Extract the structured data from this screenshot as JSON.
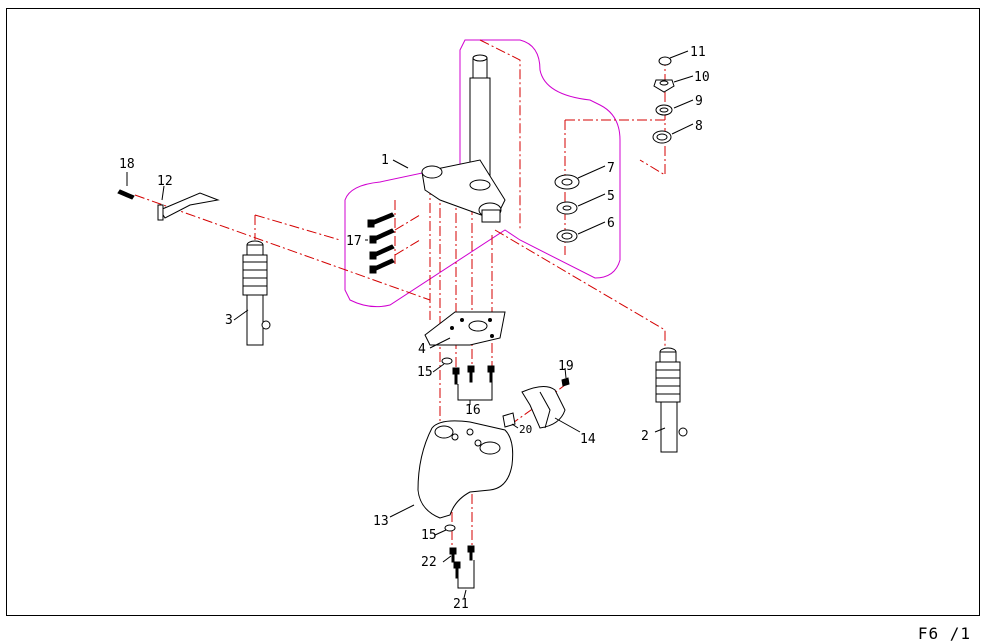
{
  "sheet_id": "F6 /1",
  "colors": {
    "centerline": "#d40000",
    "group_outline": "#d000d0",
    "ink": "#000000"
  },
  "callouts": {
    "c1": "1",
    "c2": "2",
    "c3": "3",
    "c4": "4",
    "c5": "5",
    "c6": "6",
    "c7": "7",
    "c8": "8",
    "c9": "9",
    "c10": "10",
    "c11": "11",
    "c12": "12",
    "c13": "13",
    "c14": "14",
    "c15a": "15",
    "c15b": "15",
    "c16": "16",
    "c17": "17",
    "c18": "18",
    "c19": "19",
    "c20": "20",
    "c21": "21",
    "c22": "22"
  }
}
